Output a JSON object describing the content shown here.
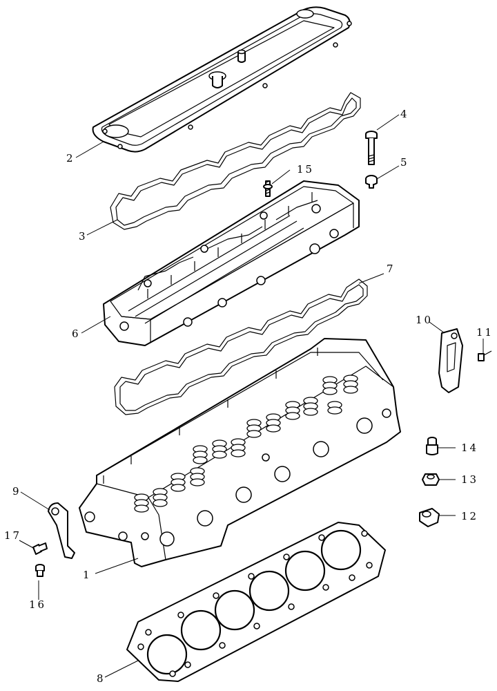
{
  "callouts": [
    {
      "id": "1",
      "label": "1"
    },
    {
      "id": "2",
      "label": "2"
    },
    {
      "id": "3",
      "label": "3"
    },
    {
      "id": "4",
      "label": "4"
    },
    {
      "id": "5",
      "label": "5"
    },
    {
      "id": "6",
      "label": "6"
    },
    {
      "id": "7",
      "label": "7"
    },
    {
      "id": "8",
      "label": "8"
    },
    {
      "id": "9",
      "label": "9"
    },
    {
      "id": "10",
      "label": "10"
    },
    {
      "id": "11",
      "label": "11"
    },
    {
      "id": "12",
      "label": "12"
    },
    {
      "id": "13",
      "label": "13"
    },
    {
      "id": "14",
      "label": "14"
    },
    {
      "id": "15",
      "label": "15"
    },
    {
      "id": "16",
      "label": "16"
    },
    {
      "id": "17",
      "label": "17"
    }
  ]
}
